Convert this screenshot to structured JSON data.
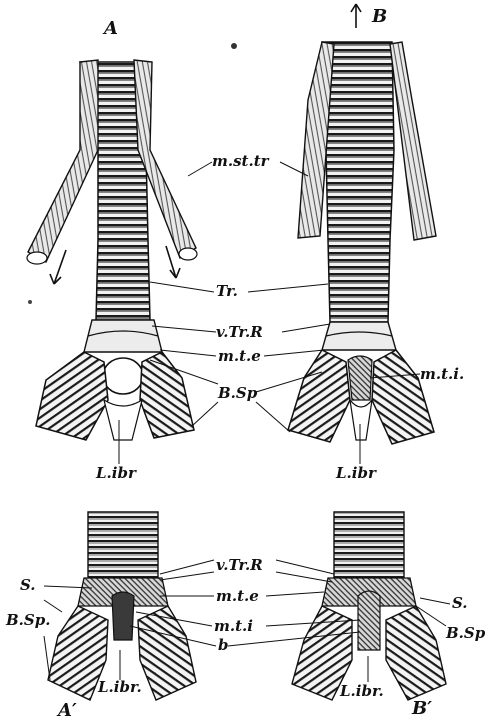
{
  "figure": {
    "panel_labels": {
      "a": "A",
      "b": "B",
      "a_prime": "A′",
      "b_prime": "B′"
    },
    "labels": {
      "m_st_tr": "m.st.tr",
      "tr": "Tr.",
      "v_tr_r": "v.Tr.R",
      "m_t_e": "m.t.e",
      "m_t_i": "m.t.i.",
      "b_sp": "B.Sp",
      "l_ibr": "L.ibr",
      "l_ibr_dot": "L.ibr.",
      "s": "S.",
      "b_sp_dot": "B.Sp.",
      "m_t_i_lower": "m.t.i",
      "b": "b",
      "b_sp_lower_right": "B.Sp",
      "s_lower_right": "S."
    }
  }
}
